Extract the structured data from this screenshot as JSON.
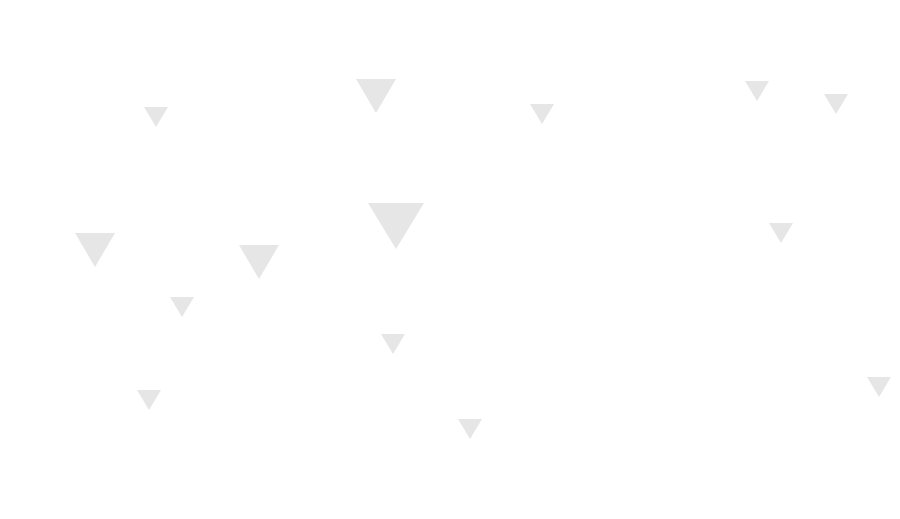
{
  "background_color": "#ffffff",
  "shape_color": "#e6e6e6",
  "shape_icon": "down-triangle-icon",
  "shapes": [
    {
      "size": "small"
    },
    {
      "size": "medium"
    },
    {
      "size": "small"
    },
    {
      "size": "small"
    },
    {
      "size": "small"
    },
    {
      "size": "medium"
    },
    {
      "size": "medium"
    },
    {
      "size": "large"
    },
    {
      "size": "small"
    },
    {
      "size": "small"
    },
    {
      "size": "small"
    },
    {
      "size": "small"
    },
    {
      "size": "small"
    },
    {
      "size": "small"
    }
  ]
}
